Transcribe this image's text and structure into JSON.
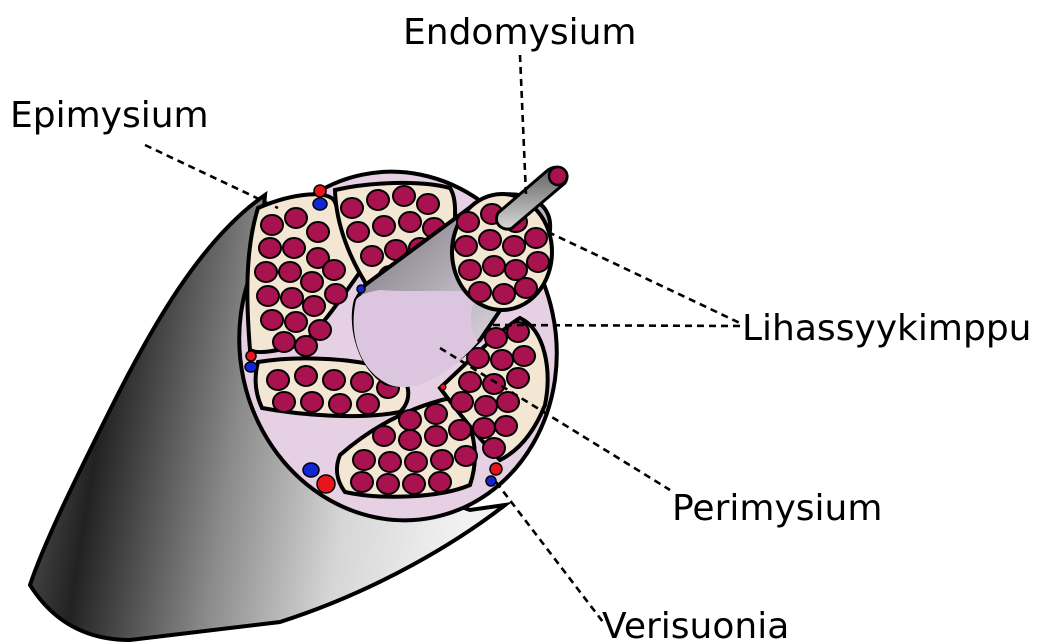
{
  "labels": {
    "endomysium": "Endomysium",
    "epimysium": "Epimysium",
    "fascicle": "Lihassyykimppu",
    "perimysium": "Perimysium",
    "vessels": "Verisuonia"
  },
  "colors": {
    "fiber": "#a8124e",
    "fascicle_fill": "#f3e6d3",
    "connective_tissue": "#e6d0e3",
    "bundle_core": "#dcc6df",
    "artery": "#e8141c",
    "vein": "#1224d6",
    "outline": "#000000"
  }
}
